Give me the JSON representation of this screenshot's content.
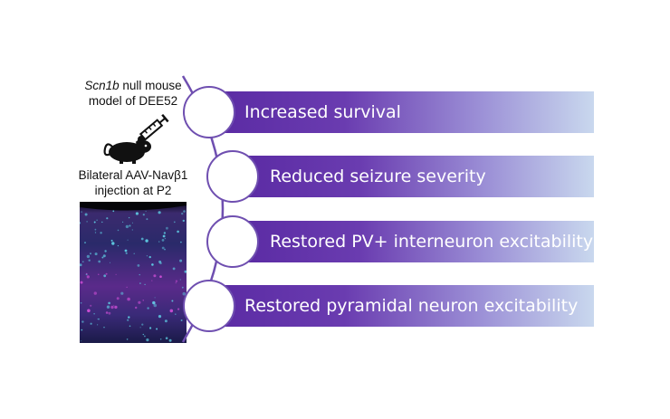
{
  "left_panel": {
    "model_gene": "Scn1b",
    "model_line1_rest": " null mouse",
    "model_line2": "model of DEE52",
    "injection_line1": "Bilateral AAV-Navβ1",
    "injection_line2": "injection at P2",
    "mouse_icon": "mouse-syringe-icon",
    "image": "brain-cortex-micrograph"
  },
  "outcomes": [
    {
      "label": "Increased survival"
    },
    {
      "label": "Reduced seizure severity"
    },
    {
      "label": "Restored PV+ interneuron excitability"
    },
    {
      "label": "Restored pyramidal neuron excitability"
    }
  ],
  "colors": {
    "banner_start": "#5a2aa3",
    "banner_end": "#c9d8ee",
    "arc": "#6f4fb0"
  }
}
